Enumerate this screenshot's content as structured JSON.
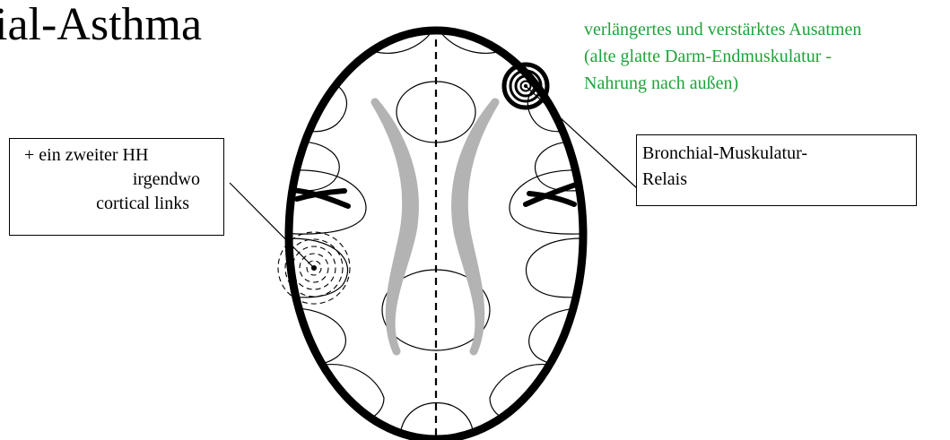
{
  "title": "ial-Asthma",
  "green_note": {
    "lines": [
      "verlängertes und verstärktes Ausatmen",
      "(alte glatte Darm-Endmuskulatur -",
      "Nahrung nach außen)"
    ],
    "color": "#1fa33a"
  },
  "left_box": {
    "lines": [
      "+ ein zweiter HH",
      "irgendwo",
      "cortical links"
    ]
  },
  "right_box": {
    "lines": [
      "Bronchial-Muskulatur-",
      "Relais"
    ]
  },
  "colors": {
    "outline": "#000000",
    "ventricle": "#b3b3b3"
  }
}
